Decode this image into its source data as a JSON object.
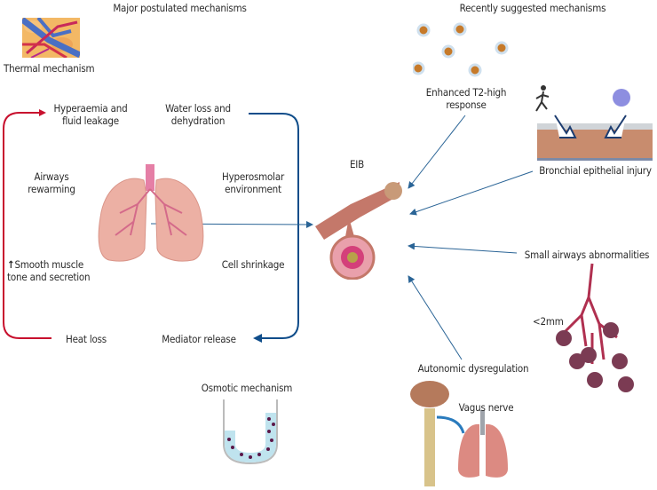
{
  "headings": {
    "major": "Major postulated mechanisms",
    "recent": "Recently suggested mechanisms"
  },
  "thermal": {
    "title": "Thermal mechanism",
    "hyperaemia_line1": "Hyperaemia and",
    "hyperaemia_line2": "fluid leakage",
    "rewarming_line1": "Airways",
    "rewarming_line2": "rewarming",
    "smooth_arrow": "↑",
    "smooth_line1": "Smooth muscle",
    "smooth_line2": "tone and secretion",
    "heat_loss": "Heat loss"
  },
  "osmotic": {
    "title": "Osmotic mechanism",
    "water_line1": "Water loss and",
    "water_line2": "dehydration",
    "hyper_line1": "Hyperosmolar",
    "hyper_line2": "environment",
    "cell": "Cell shrinkage",
    "mediator": "Mediator release"
  },
  "center": {
    "label": "EIB"
  },
  "recent": {
    "t2_line1": "Enhanced T2-high",
    "t2_line2": "response",
    "epithelial": "Bronchial epithelial injury",
    "small_airways": "Small airways abnormalities",
    "size_note": "<2mm",
    "autonomic": "Autonomic dysregulation",
    "vagus": "Vagus nerve"
  },
  "colors": {
    "thermal_loop": "#c8102e",
    "osmotic_loop": "#0f4d8a",
    "arrow": "#2a6496",
    "lung": "#e8a89c"
  }
}
